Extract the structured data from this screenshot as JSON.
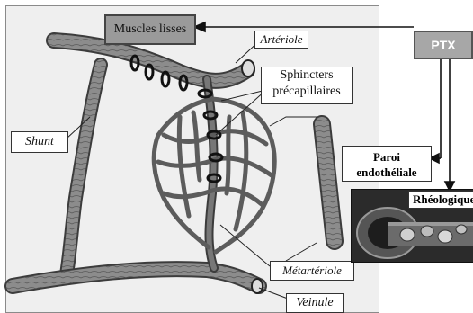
{
  "labels": {
    "muscles_lisses": "Muscles lisses",
    "arteriole": "Artériole",
    "sphincters_line1": "Sphincters",
    "sphincters_line2": "précapillaires",
    "shunt": "Shunt",
    "metarteriole": "Métartériole",
    "veinule": "Veinule",
    "ptx": "PTX",
    "paroi_line1": "Paroi",
    "paroi_line2": "endothéliale",
    "rheologique": "Rhéologique"
  },
  "colors": {
    "vessel_fill": "#8c8c8c",
    "vessel_dark": "#3c3c3c",
    "capillary": "#6e6e6e",
    "label_gray_bg": "#9a9a9a",
    "ptx_bg": "#a7a7a7"
  }
}
